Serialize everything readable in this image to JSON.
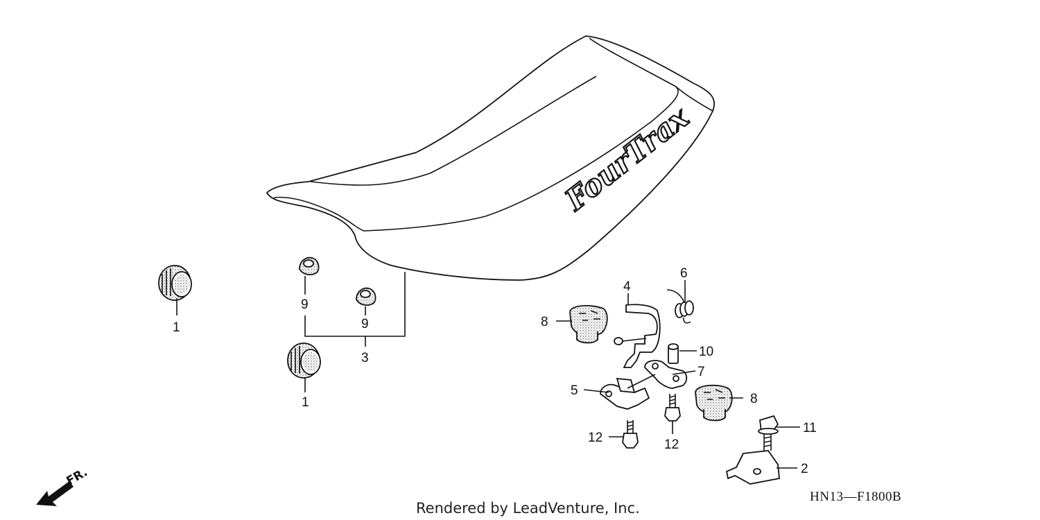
{
  "diagram": {
    "seat_logo": "FourTrax",
    "callouts": {
      "c1a": "1",
      "c1b": "1",
      "c2": "2",
      "c3": "3",
      "c4": "4",
      "c5": "5",
      "c6": "6",
      "c7": "7",
      "c8a": "8",
      "c8b": "8",
      "c9a": "9",
      "c9b": "9",
      "c10": "10",
      "c11": "11",
      "c12a": "12",
      "c12b": "12"
    },
    "front_indicator": "FR.",
    "diagram_code": "HN13—F1800B",
    "credit": "Rendered by LeadVenture, Inc."
  },
  "colors": {
    "line": "#111111",
    "background": "#ffffff"
  },
  "icons": {
    "front_arrow": "arrow-left-down-icon"
  }
}
